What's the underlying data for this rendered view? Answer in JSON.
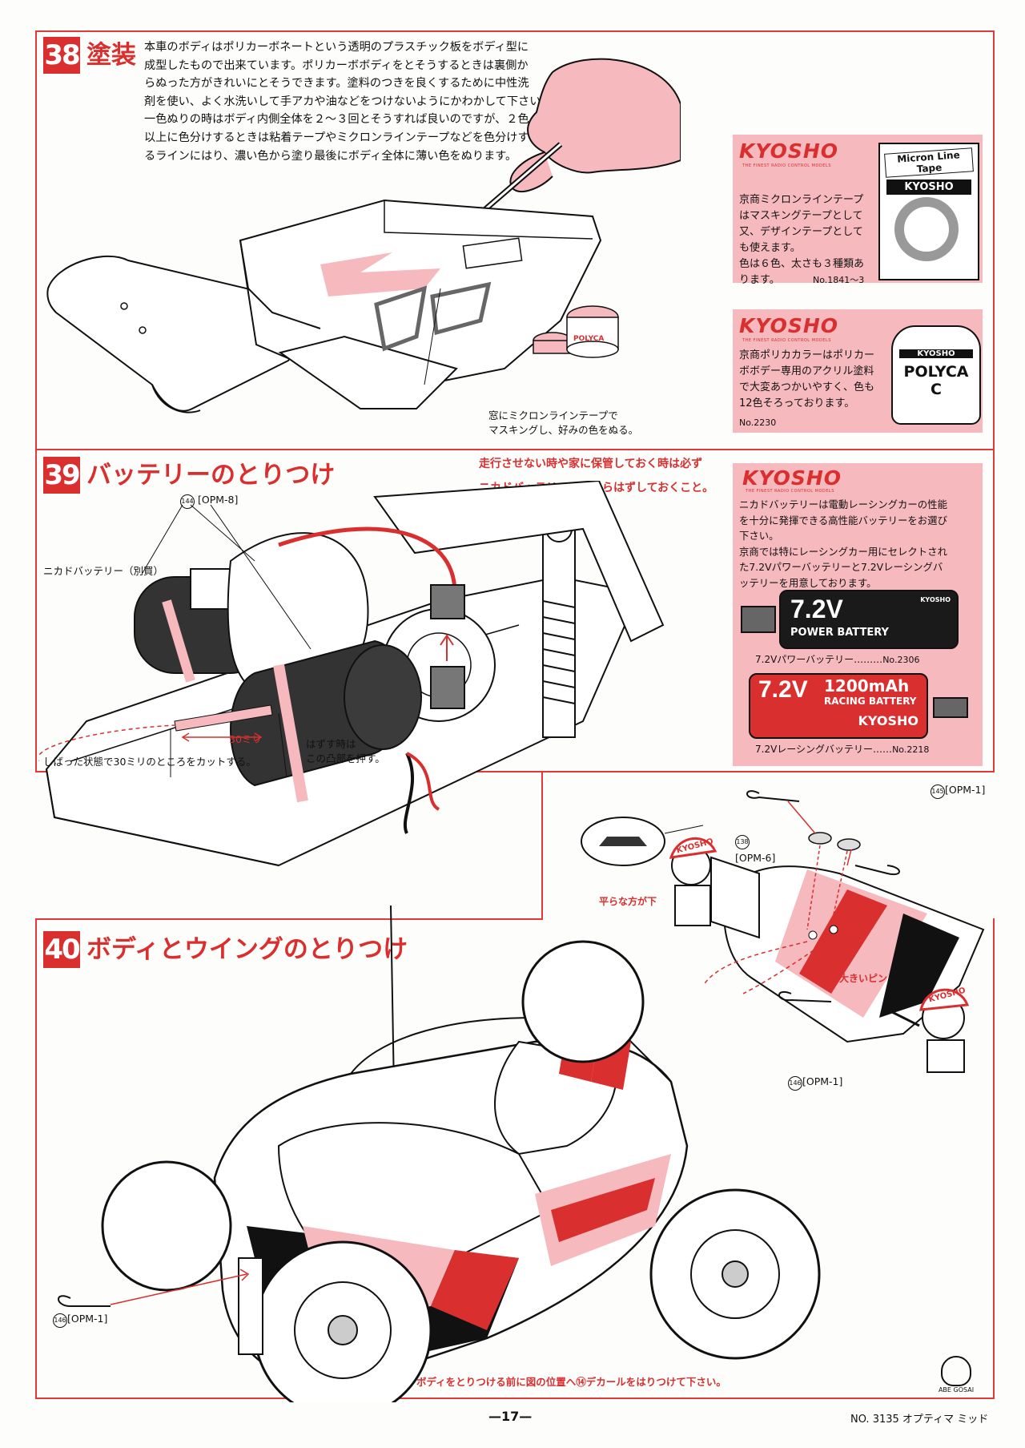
{
  "step38": {
    "number": "38",
    "title": "塗装",
    "body_lines": [
      "本車のボディはポリカーボネートという透明のプラスチック板をボディ型に",
      "成型したもので出来ています。ポリカーボボディをとそうするときは裏側か",
      "らぬった方がきれいにとそうできます。塗料のつきを良くするために中性洗",
      "剤を使い、よく水洗いして手アカや油などをつけないようにかわかして下さい。",
      "一色ぬりの時はボディ内側全体を２～３回とそうすれば良いのですが、２色",
      "以上に色分けするときは粘着テープやミクロンラインテープなどを色分けす",
      "るラインにはり、濃い色から塗り最後にボディ全体に薄い色をぬります。"
    ],
    "masking_note": [
      "窓にミクロンラインテープで",
      "マスキングし、好みの色をぬる。"
    ],
    "tape_box": {
      "logo": "KYOSHO",
      "logo_sub": "THE FINEST RADIO CONTROL MODELS",
      "lines": [
        "京商ミクロンラインテープ",
        "はマスキングテープとして",
        "又、デザインテープとして",
        "も使えます。",
        "色は６色、太さも３種類あ",
        "ります。"
      ],
      "part_no": "No.1841～3",
      "package_label": "Micron Line Tape",
      "package_brand": "KYOSHO"
    },
    "paint_box": {
      "logo": "KYOSHO",
      "logo_sub": "THE FINEST RADIO CONTROL MODELS",
      "lines": [
        "京商ポリカカラーはポリカー",
        "ボボデー専用のアクリル塗料",
        "で大変あつかいやすく、色も",
        "12色そろっております。"
      ],
      "part_no": "No.2230",
      "jar_brand": "KYOSHO",
      "jar_label": "POLYCA C",
      "small_jar_label": "POLYCA"
    }
  },
  "step39": {
    "number": "39",
    "title": "バッテリーのとりつけ",
    "warning": [
      "走行させない時や家に保管しておく時は必ず",
      "ニカドバッテリーは車からはずしておくこと。"
    ],
    "part_label": "[OPM-8]",
    "part_ref": "144",
    "battery_label": "ニカドバッテリー（別買）",
    "cut_length": "30ミリ",
    "cut_note": "しばった状態で30ミリのところをカットする。",
    "release_note": [
      "はずす時は",
      "この凸部を押す。"
    ],
    "battery_box": {
      "logo": "KYOSHO",
      "logo_sub": "THE FINEST RADIO CONTROL MODELS",
      "lines": [
        "ニカドバッテリーは電動レーシングカーの性能",
        "を十分に発揮できる高性能バッテリーをお選び",
        "下さい。",
        "京商では特にレーシングカー用にセレクトされ",
        "た7.2Vパワーバッテリーと7.2Vレーシングバ",
        "ッテリーを用意しております。"
      ],
      "power_battery": {
        "big": "7.2V",
        "label": "POWER BATTERY",
        "brand": "KYOSHO",
        "caption": "7.2Vパワーバッテリー………",
        "no": "No.2306"
      },
      "racing_battery": {
        "big": "7.2V",
        "cap": "1200mAh",
        "label": "RACING BATTERY",
        "brand": "KYOSHO",
        "caption": "7.2Vレーシングバッテリー……",
        "no": "No.2218"
      }
    }
  },
  "step40": {
    "number": "40",
    "title": "ボディとウイングのとりつけ",
    "flat_side": "平らな方が下",
    "big_pin": "大きいピン",
    "part_145": {
      "ref": "145",
      "label": "[OPM-1]"
    },
    "part_138": {
      "ref": "138",
      "label": "[OPM-6]"
    },
    "part_146a": {
      "ref": "146",
      "label": "[OPM-1]"
    },
    "part_146b": {
      "ref": "146",
      "label": "[OPM-1]"
    },
    "decal_note": "ボディをとりつける前に図の位置へ⑭デカールをはりつけて下さい。"
  },
  "mascot_cap_text": "KYOSHO",
  "footer": {
    "page": "—17—",
    "doc": "NO. 3135  オプティマ ミッド",
    "maker": "ABE GOSAI"
  },
  "colors": {
    "accent": "#d92f2f",
    "pink": "#f6b9bd",
    "ink": "#111111"
  }
}
